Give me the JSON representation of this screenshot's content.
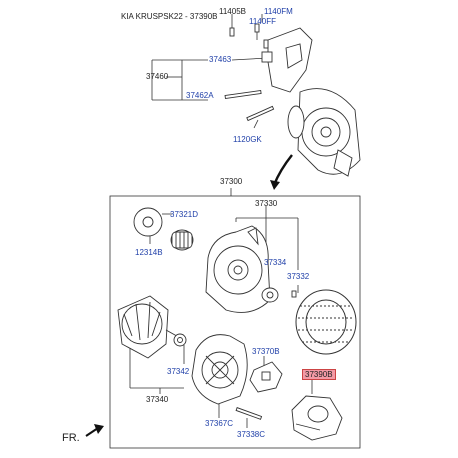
{
  "header": {
    "title": "KIA KRUSPSK22 - 37390B"
  },
  "direction_label": "FR.",
  "parts": {
    "p11405B": "11405B",
    "p1140FM": "1140FM",
    "p1140FF": "1140FF",
    "p37463": "37463",
    "p37460": "37460",
    "p37462A": "37462A",
    "p1120GK": "1120GK",
    "p37300": "37300",
    "p37321D": "37321D",
    "p37330": "37330",
    "p12314B": "12314B",
    "p37334": "37334",
    "p37332": "37332",
    "p37342": "37342",
    "p37370B": "37370B",
    "p37390B": "37390B",
    "p37340": "37340",
    "p37367C": "37367C",
    "p37338C": "37338C"
  },
  "highlight_color": "#f39aa6",
  "label_color": "#1f3fa8",
  "line_color": "#333333"
}
